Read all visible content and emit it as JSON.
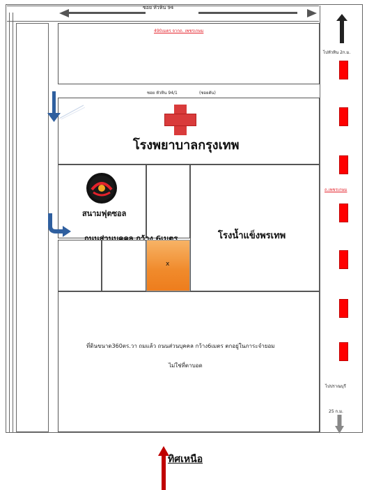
{
  "roads": {
    "soi_94": "ซอย หัวหิน 94",
    "soi_94_1": "ซอย หัวหิน 94/1",
    "dead_end": "(ซอยตัน)",
    "private_road": "ถนนส่วนบุคคล กว้าง 6เมตร"
  },
  "red_notes": {
    "top_distance": "490เมตร จากถ. เพชรเกษม",
    "phetkasem": "ถ.เพชรเกษม"
  },
  "labels": {
    "hospital": "โรงพยาบาลกรุงเทพ",
    "football_field": "สนามฟุตซอล",
    "ice_factory": "โรงน้ำแข็งพรเทพ",
    "plot_mark": "x",
    "to_huahin": "ไปหัวหิน 2ก.ม.",
    "to_pranburi": "ไปปราณบุรี",
    "pranburi_km": "25 ก.ม.",
    "north": "ทิศเหนือ"
  },
  "description": {
    "line1": "ที่ดินขนาด360ตร.วา ถมแล้ว ถนนส่วนบุคคล กว้าง6เมตร ตกอยู่ในภาระจำยอม",
    "line2": "ไม่ใช่ที่ตาบอด"
  },
  "icons": [
    "arrow-left-icon",
    "arrow-right-icon",
    "arrow-up-icon",
    "arrow-down-icon",
    "hospital-cross-icon",
    "football-icon",
    "blue-arrow-down-icon",
    "blue-curved-arrow-icon",
    "north-arrow-icon"
  ],
  "colors": {
    "red": "#ff0000",
    "plot_orange": "#f08a2b",
    "blue_arrow": "#2f5f9f",
    "north_arrow": "#c00000"
  }
}
